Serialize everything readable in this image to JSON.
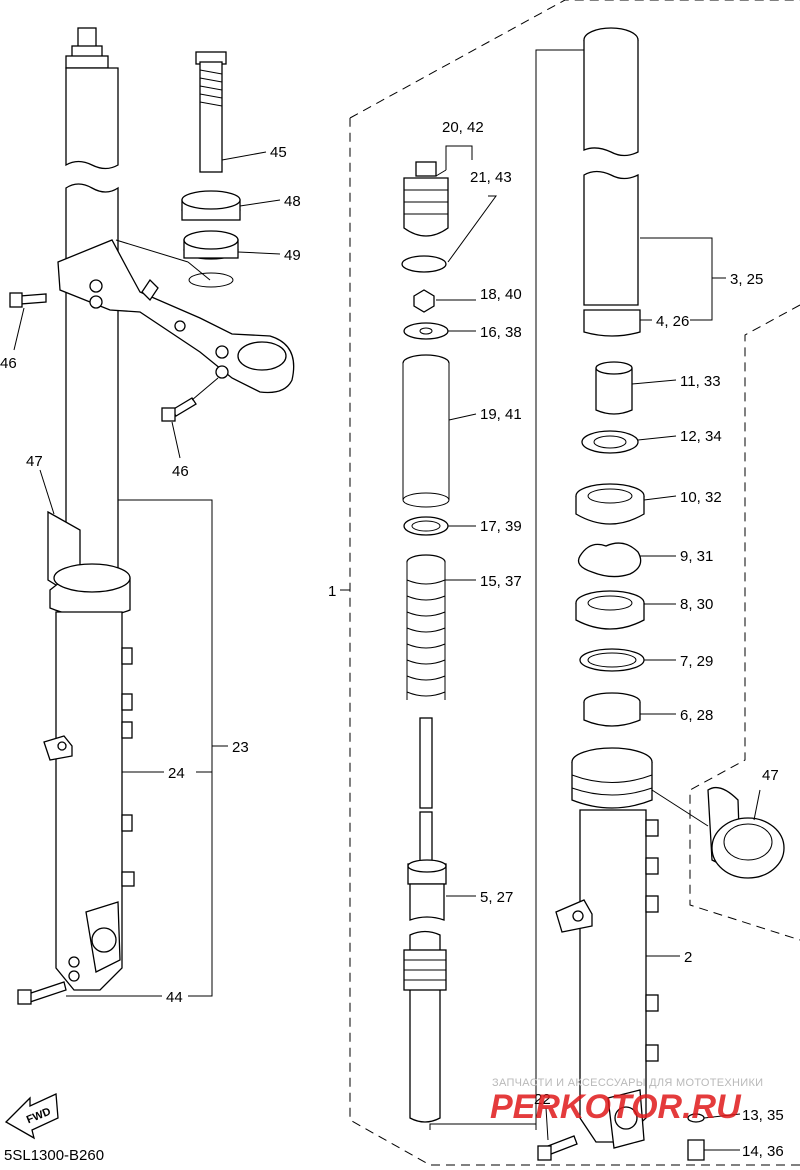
{
  "diagram_code": "5SL1300-B260",
  "fwd_label": "FWD",
  "watermark": {
    "line1": "ЗАПЧАСТИ И АКСЕССУАРЫ ДЛЯ МОТОТЕХНИКИ",
    "line2": "PERKOTOR.RU"
  },
  "callouts": {
    "c1": "1",
    "c2": "2",
    "c3_25": "3, 25",
    "c4_26": "4, 26",
    "c5_27": "5, 27",
    "c6_28": "6, 28",
    "c7_29": "7, 29",
    "c8_30": "8, 30",
    "c9_31": "9, 31",
    "c10_32": "10, 32",
    "c11_33": "11, 33",
    "c12_34": "12, 34",
    "c13_35": "13, 35",
    "c14_36": "14, 36",
    "c15_37": "15, 37",
    "c16_38": "16, 38",
    "c17_39": "17, 39",
    "c18_40": "18, 40",
    "c19_41": "19, 41",
    "c20_42": "20, 42",
    "c21_43": "21, 43",
    "c22": "22",
    "c23": "23",
    "c24": "24",
    "c44": "44",
    "c45": "45",
    "c46a": "46",
    "c46b": "46",
    "c47a": "47",
    "c47b": "47",
    "c48": "48",
    "c49": "49"
  }
}
